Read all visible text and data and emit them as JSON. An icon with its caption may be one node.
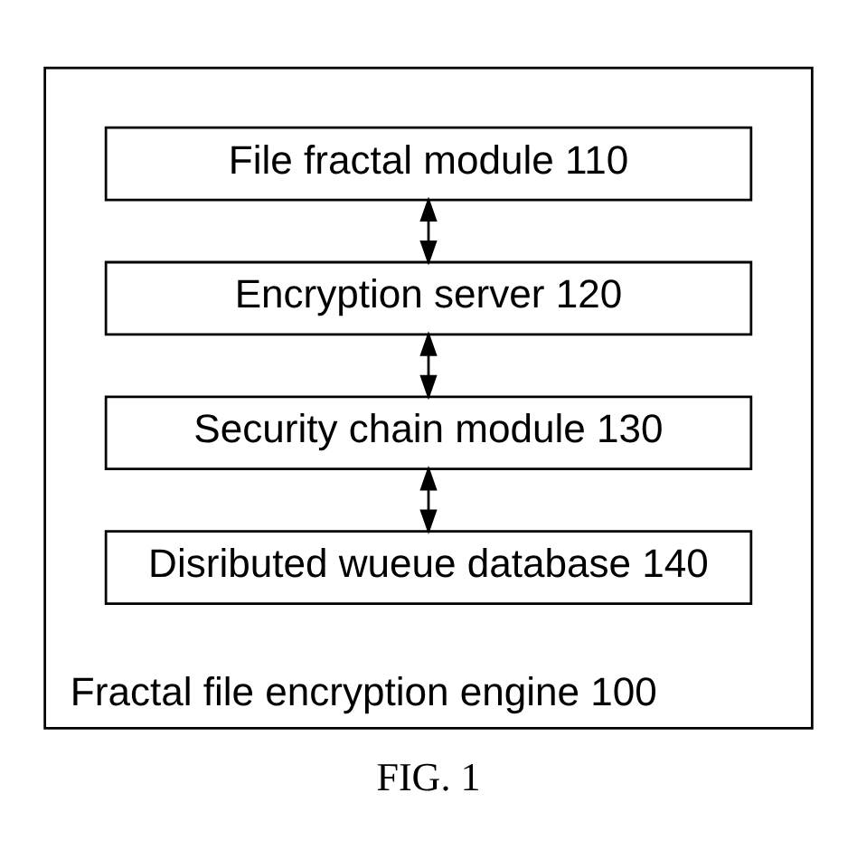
{
  "diagram": {
    "caption": "FIG. 1",
    "nodes": [
      {
        "text": [
          "Fractal file encryption engine 100"
        ]
      },
      {
        "text": [
          "File fractal module 110"
        ],
        "in": 0
      },
      {
        "text": [
          "Encryption server 120"
        ],
        "in": 0
      },
      {
        "text": [
          "Security chain module 130"
        ],
        "in": 0
      },
      {
        "text": [
          "Disributed wueue database 140"
        ],
        "in": 0
      }
    ],
    "edges": [
      {
        "from": 1,
        "to": 2,
        "arrow": "both"
      },
      {
        "from": 2,
        "to": 3,
        "arrow": "both"
      },
      {
        "from": 3,
        "to": 4,
        "arrow": "both"
      }
    ]
  }
}
